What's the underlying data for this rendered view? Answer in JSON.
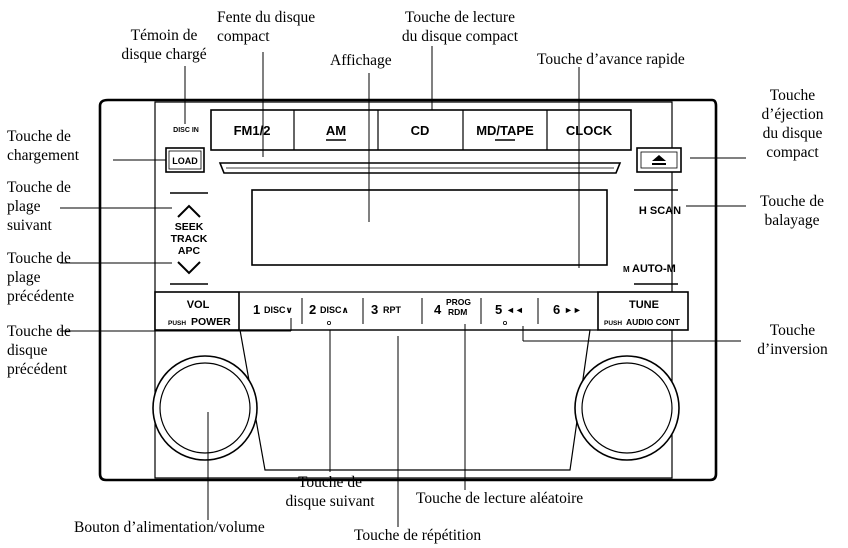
{
  "labels": {
    "disc_loaded": [
      "Témoin de",
      "disque chargé"
    ],
    "disc_slot": [
      "Fente du disque",
      "compact"
    ],
    "cd_play": [
      "Touche de lecture",
      "du disque compact"
    ],
    "display": "Affichage",
    "fast_forward": "Touche d’avance rapide",
    "load_button": [
      "Touche de",
      "chargement"
    ],
    "eject": [
      "Touche",
      "d’éjection",
      "du disque",
      "compact"
    ],
    "track_up": [
      "Touche de",
      "plage",
      "suivant"
    ],
    "scan": [
      "Touche de",
      "balayage"
    ],
    "track_down": [
      "Touche de",
      "plage",
      "précédente"
    ],
    "disc_down": [
      "Touche de",
      "disque",
      "précédent"
    ],
    "reverse": [
      "Touche",
      "d’inversion"
    ],
    "disc_up": [
      "Touche de",
      "disque suivant"
    ],
    "random": "Touche de lecture aléatoire",
    "power_volume": "Bouton d’alimentation/volume",
    "repeat": "Touche de répétition"
  },
  "panel": {
    "disc_in": "DISC IN",
    "load": "LOAD",
    "top_buttons": [
      "FM1/2",
      "AM",
      "CD",
      "MD/TAPE",
      "CLOCK"
    ],
    "eject_symbol": "⏏",
    "seek": [
      "SEEK",
      "TRACK",
      "APC"
    ],
    "h_scan": "H SCAN",
    "auto_m": "AUTO-M",
    "auto_m_prefix": "M",
    "vol": "VOL",
    "push_power": "POWER",
    "push_prefix": "PUSH",
    "presets": [
      "1",
      "2",
      "3",
      "4",
      "5",
      "6"
    ],
    "preset_sub": [
      "DISC∨",
      "DISC∧",
      "RPT",
      "PROG",
      "◄◄",
      "►►"
    ],
    "preset4_sub2": "RDM",
    "tune": "TUNE",
    "audio_cont": "AUDIO CONT"
  }
}
